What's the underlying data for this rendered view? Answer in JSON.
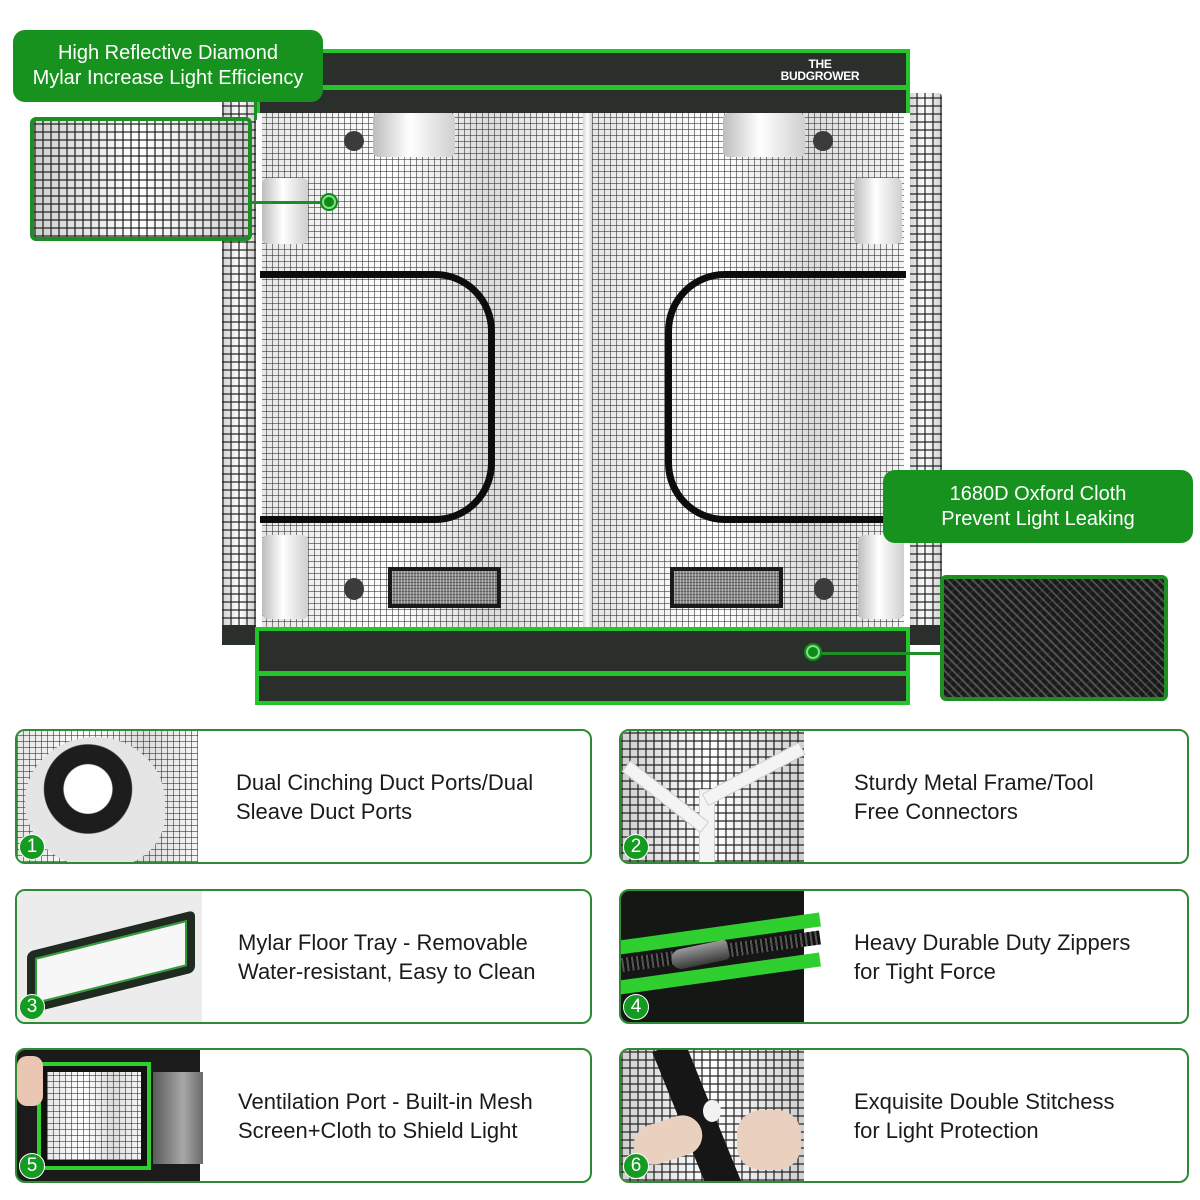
{
  "brand": {
    "logo_line1": "THE",
    "logo_line2": "BUDGROWER"
  },
  "callouts": {
    "mylar": {
      "line1": "High Reflective Diamond",
      "line2": "Mylar Increase Light Efficiency"
    },
    "oxford": {
      "line1": "1680D Oxford Cloth",
      "line2": "Prevent Light Leaking"
    }
  },
  "features": [
    {
      "number": "1",
      "line1": "Dual Cinching Duct Ports/Dual",
      "line2": "Sleave Duct Ports",
      "thumb": "duct-port-photo"
    },
    {
      "number": "2",
      "line1": "Sturdy Metal Frame/Tool",
      "line2": "Free Connectors",
      "thumb": "frame-connector-photo"
    },
    {
      "number": "3",
      "line1": "Mylar Floor Tray - Removable",
      "line2": "Water-resistant, Easy to Clean",
      "thumb": "floor-tray-photo"
    },
    {
      "number": "4",
      "line1": "Heavy Durable Duty Zippers",
      "line2": "for Tight Force",
      "thumb": "zipper-photo"
    },
    {
      "number": "5",
      "line1": "Ventilation Port - Built-in Mesh",
      "line2": "Screen+Cloth to Shield Light",
      "thumb": "ventilation-port-photo"
    },
    {
      "number": "6",
      "line1": "Exquisite Double Stitchess",
      "line2": "for Light Protection",
      "thumb": "stitching-photo"
    }
  ],
  "colors": {
    "accent_green": "#18921f",
    "bright_green": "#22c62b",
    "dark_fabric": "#2b2f2c",
    "card_border": "#2e8b34"
  }
}
